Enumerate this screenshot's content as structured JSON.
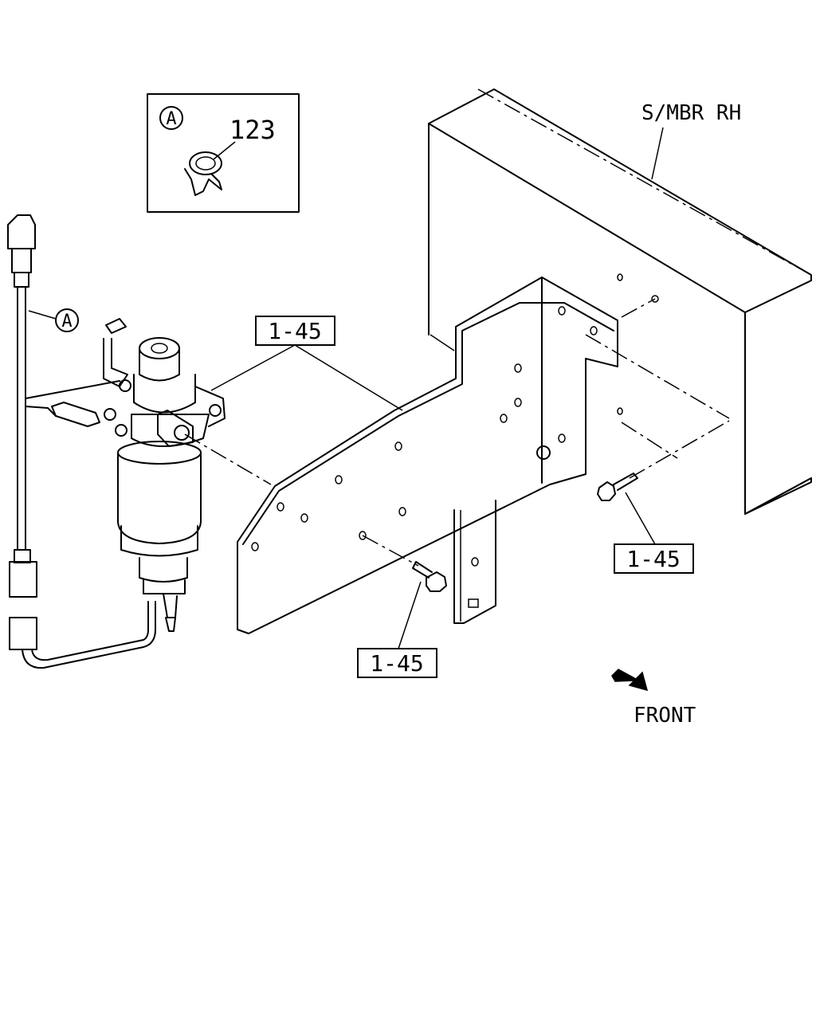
{
  "title": "",
  "labels": {
    "frame_member": "S/MBR RH",
    "detail_callout": "A",
    "detail_part_number": "123",
    "harness_callout": "A",
    "ref_upper": "1-45",
    "ref_right": "1-45",
    "ref_lower": "1-45",
    "direction": "FRONT"
  }
}
